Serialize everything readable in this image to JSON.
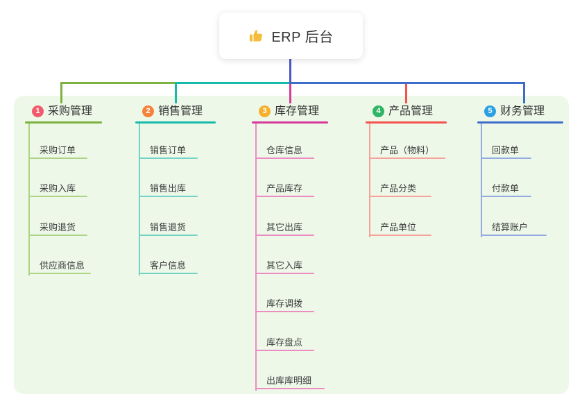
{
  "root": {
    "title": "ERP 后台",
    "icon": "thumbs-up",
    "stem_color": "#4A56C8"
  },
  "group_background": "#EDF8E9",
  "branches": [
    {
      "badge": "1",
      "label": "采购管理",
      "color": "#7CB23F",
      "child_line_color": "#ACD484",
      "badge_color": "#F25B6B",
      "children": [
        "采购订单",
        "采购入库",
        "采购退货",
        "供应商信息"
      ]
    },
    {
      "badge": "2",
      "label": "销售管理",
      "color": "#17B9A8",
      "child_line_color": "#74D3C6",
      "badge_color": "#F5823D",
      "children": [
        "销售订单",
        "销售出库",
        "销售退货",
        "客户信息"
      ]
    },
    {
      "badge": "3",
      "label": "库存管理",
      "color": "#D6399A",
      "child_line_color": "#EC8CC3",
      "badge_color": "#F7B02D",
      "children": [
        "仓库信息",
        "产品库存",
        "其它出库",
        "其它入库",
        "库存调拨",
        "库存盘点",
        "出库库明细"
      ]
    },
    {
      "badge": "4",
      "label": "产品管理",
      "color": "#F5524D",
      "child_line_color": "#F7A19B",
      "badge_color": "#2FB566",
      "children": [
        "产品（物料）",
        "产品分类",
        "产品单位"
      ]
    },
    {
      "badge": "5",
      "label": "财务管理",
      "color": "#3D6CCB",
      "child_line_color": "#93ABE2",
      "badge_color": "#2BA0E2",
      "children": [
        "回款单",
        "付款单",
        "结算账户"
      ]
    }
  ]
}
